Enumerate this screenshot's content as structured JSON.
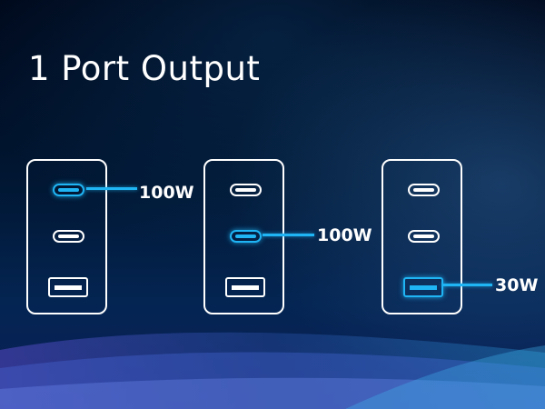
{
  "title": "1 Port Output",
  "colors": {
    "background": "#000a1c",
    "accent": "#1fb5f5",
    "outline": "#ffffff"
  },
  "configurations": [
    {
      "ports": [
        "usb-c",
        "usb-c",
        "usb-a"
      ],
      "active_port": 1,
      "wattage": "100W"
    },
    {
      "ports": [
        "usb-c",
        "usb-c",
        "usb-a"
      ],
      "active_port": 2,
      "wattage": "100W"
    },
    {
      "ports": [
        "usb-c",
        "usb-c",
        "usb-a"
      ],
      "active_port": 3,
      "wattage": "30W"
    }
  ]
}
